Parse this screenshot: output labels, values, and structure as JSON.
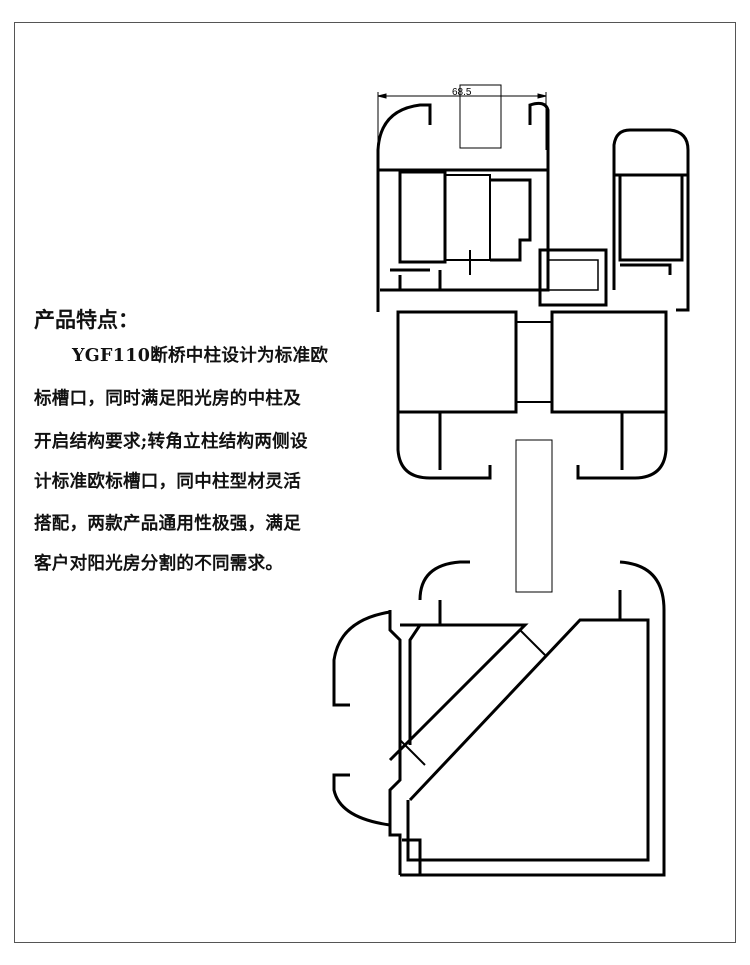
{
  "heading": "产品特点：",
  "description_lines": [
    "YGF110断桥中柱设计为标准欧",
    "标槽口，同时满足阳光房的中柱及",
    "开启结构要求;转角立柱结构两侧设",
    "计标准欧标槽口，同中柱型材灵活",
    "搭配，两款产品通用性极强，满足",
    "客户对阳光房分割的不同需求。"
  ],
  "diagram": {
    "dimension_label": "68.5"
  }
}
